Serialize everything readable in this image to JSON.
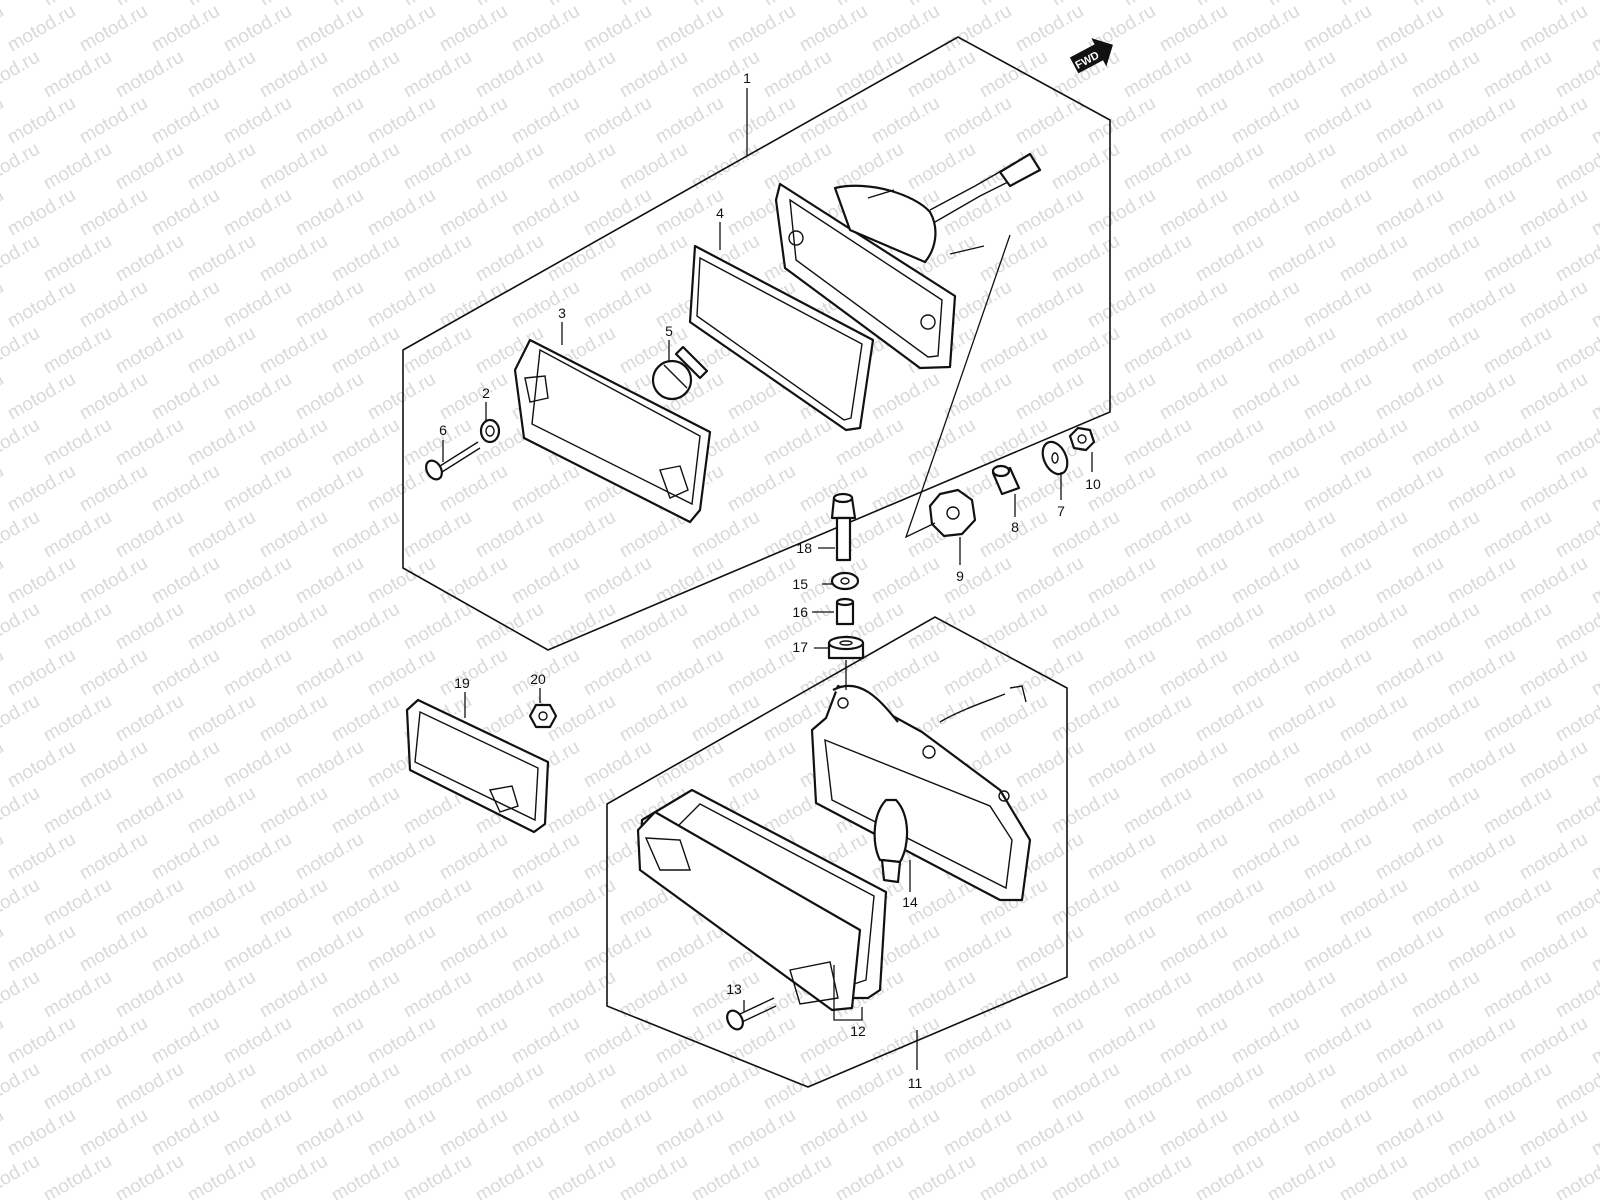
{
  "watermark": {
    "text": "motod.ru"
  },
  "fwd_badge": {
    "label": "FWD"
  },
  "callouts": [
    {
      "id": "1",
      "label": "1"
    },
    {
      "id": "2",
      "label": "2"
    },
    {
      "id": "3",
      "label": "3"
    },
    {
      "id": "4",
      "label": "4"
    },
    {
      "id": "5",
      "label": "5"
    },
    {
      "id": "6",
      "label": "6"
    },
    {
      "id": "7",
      "label": "7"
    },
    {
      "id": "8",
      "label": "8"
    },
    {
      "id": "9",
      "label": "9"
    },
    {
      "id": "10",
      "label": "10"
    },
    {
      "id": "11",
      "label": "11"
    },
    {
      "id": "12",
      "label": "12"
    },
    {
      "id": "13",
      "label": "13"
    },
    {
      "id": "14",
      "label": "14"
    },
    {
      "id": "15",
      "label": "15"
    },
    {
      "id": "16",
      "label": "16"
    },
    {
      "id": "17",
      "label": "17"
    },
    {
      "id": "18",
      "label": "18"
    },
    {
      "id": "19",
      "label": "19"
    },
    {
      "id": "20",
      "label": "20"
    }
  ]
}
